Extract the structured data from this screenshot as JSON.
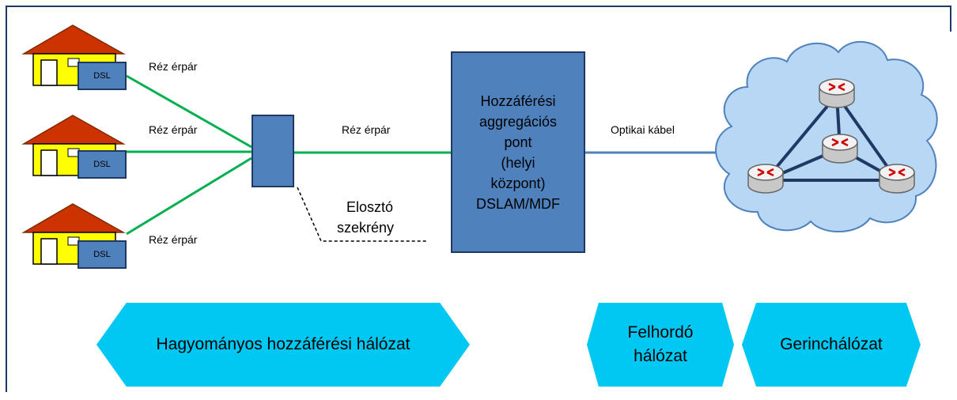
{
  "houses": [
    {
      "dsl_label": "DSL",
      "link_label": "Réz érpár"
    },
    {
      "dsl_label": "DSL",
      "link_label": "Réz érpár"
    },
    {
      "dsl_label": "DSL",
      "link_label": "Réz érpár"
    }
  ],
  "trunk_link_label": "Réz érpár",
  "distribution_cabinet": {
    "label_line1": "Elosztó",
    "label_line2": "szekrény"
  },
  "aggregation_point": {
    "lines": [
      "Hozzáférési",
      "aggregációs",
      "pont",
      "(helyi",
      "központ)",
      "DSLAM/MDF"
    ]
  },
  "optical_link_label": "Optikai kábel",
  "segments": {
    "access_network": "Hagyományos hozzáférési hálózat",
    "backhaul_line1": "Felhordó",
    "backhaul_line2": "hálózat",
    "core_network": "Gerinchálózat"
  },
  "colors": {
    "copper_line": "#00b050",
    "optical_line": "#4f81bd",
    "box_fill": "#4f81bd",
    "roof": "#cc3300",
    "house_wall": "#ffff00",
    "cloud": "#b7d7f5",
    "segment_arrow": "#00c8f2"
  },
  "icons": [
    "house-icon",
    "router-icon",
    "cloud-icon"
  ]
}
